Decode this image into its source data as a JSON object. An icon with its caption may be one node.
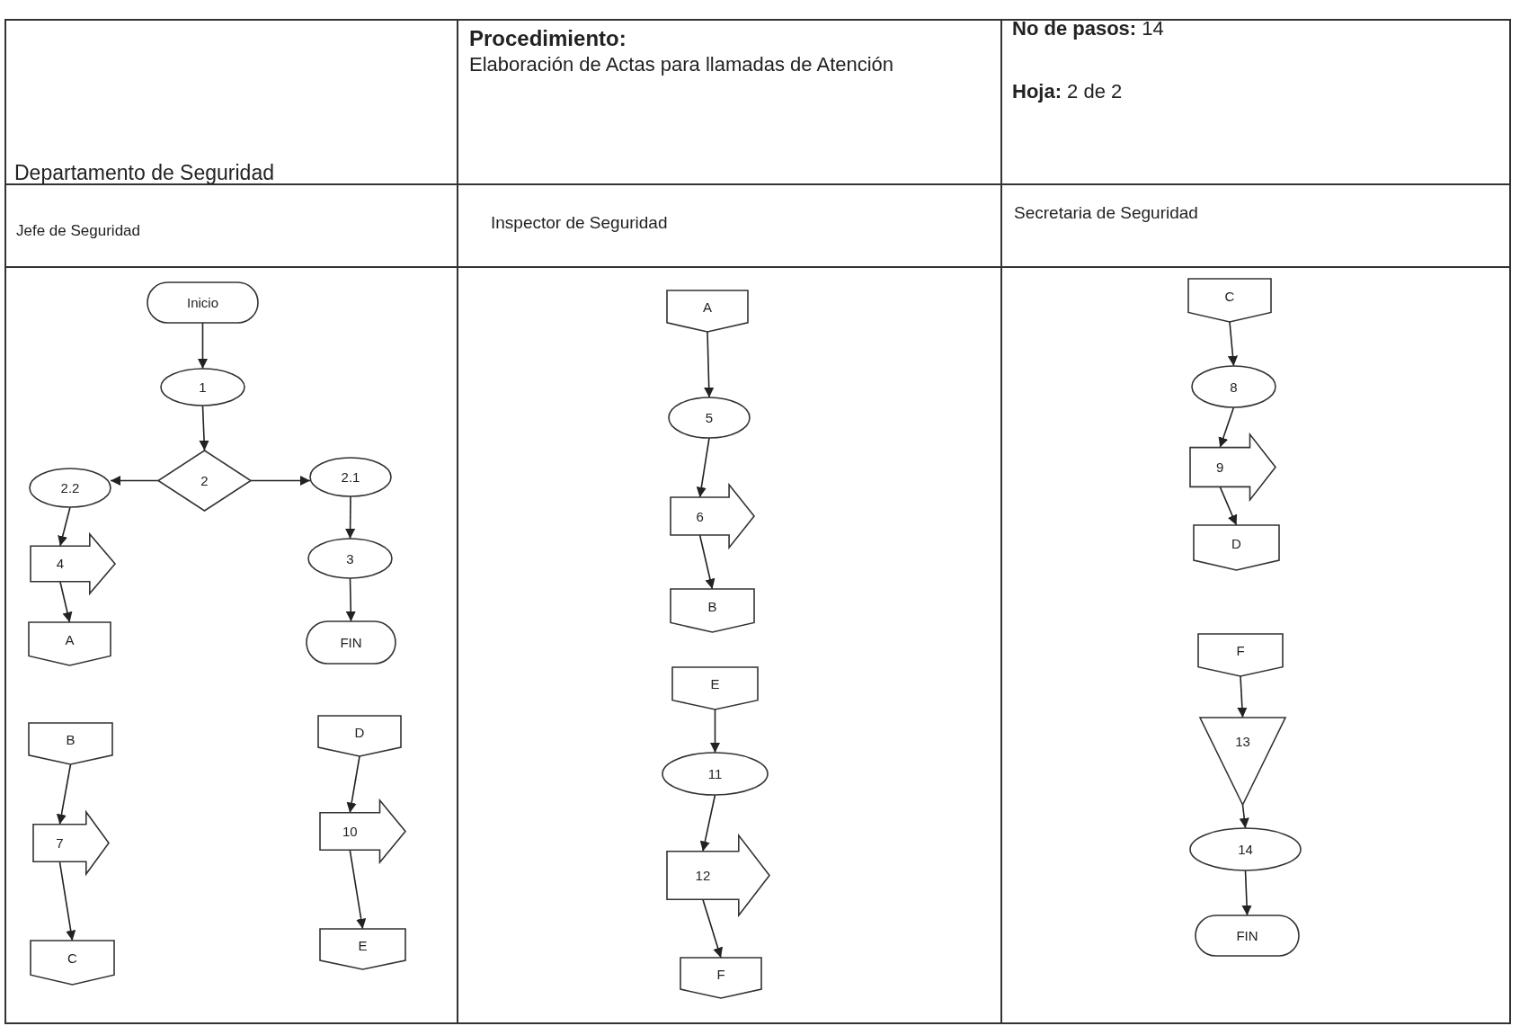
{
  "diagram": {
    "nodes": [
      {
        "text": [
          "Inicio"
        ]
      },
      {
        "text": [
          "1"
        ]
      },
      {
        "text": [
          "2"
        ]
      },
      {
        "text": [
          "2.2"
        ]
      },
      {
        "text": [
          "2.1"
        ]
      },
      {
        "text": [
          "4"
        ]
      },
      {
        "text": [
          "A"
        ]
      },
      {
        "text": [
          "3"
        ]
      },
      {
        "text": [
          "FIN"
        ]
      },
      {
        "text": [
          "B"
        ]
      },
      {
        "text": [
          "D"
        ]
      },
      {
        "text": [
          "7"
        ]
      },
      {
        "text": [
          "10"
        ]
      },
      {
        "text": [
          "C"
        ]
      },
      {
        "text": [
          "E"
        ]
      },
      {
        "text": [
          "A"
        ]
      },
      {
        "text": [
          "5"
        ]
      },
      {
        "text": [
          "6"
        ]
      },
      {
        "text": [
          "B"
        ]
      },
      {
        "text": [
          "E"
        ]
      },
      {
        "text": [
          "11"
        ]
      },
      {
        "text": [
          "12"
        ]
      },
      {
        "text": [
          "F"
        ]
      },
      {
        "text": [
          "C"
        ]
      },
      {
        "text": [
          "8"
        ]
      },
      {
        "text": [
          "9"
        ]
      },
      {
        "text": [
          "D"
        ]
      },
      {
        "text": [
          "F"
        ]
      },
      {
        "text": [
          "13"
        ]
      },
      {
        "text": [
          "14"
        ]
      },
      {
        "text": [
          "FIN"
        ]
      }
    ],
    "edges": [
      {
        "from": 0,
        "to": 1,
        "arrow": "to"
      },
      {
        "from": 1,
        "to": 2,
        "arrow": "to"
      },
      {
        "from": 2,
        "to": 3,
        "arrow": "to"
      },
      {
        "from": 2,
        "to": 4,
        "arrow": "to"
      },
      {
        "from": 3,
        "to": 5,
        "arrow": "to"
      },
      {
        "from": 5,
        "to": 6,
        "arrow": "to"
      },
      {
        "from": 4,
        "to": 7,
        "arrow": "to"
      },
      {
        "from": 7,
        "to": 8,
        "arrow": "to"
      },
      {
        "from": 9,
        "to": 11,
        "arrow": "to"
      },
      {
        "from": 11,
        "to": 13,
        "arrow": "to"
      },
      {
        "from": 10,
        "to": 12,
        "arrow": "to"
      },
      {
        "from": 12,
        "to": 14,
        "arrow": "to"
      },
      {
        "from": 15,
        "to": 16,
        "arrow": "to"
      },
      {
        "from": 16,
        "to": 17,
        "arrow": "to"
      },
      {
        "from": 17,
        "to": 18,
        "arrow": "to"
      },
      {
        "from": 19,
        "to": 20,
        "arrow": "to"
      },
      {
        "from": 20,
        "to": 21,
        "arrow": "to"
      },
      {
        "from": 21,
        "to": 22,
        "arrow": "to"
      },
      {
        "from": 23,
        "to": 24,
        "arrow": "to"
      },
      {
        "from": 24,
        "to": 25,
        "arrow": "to"
      },
      {
        "from": 25,
        "to": 26,
        "arrow": "to"
      },
      {
        "from": 27,
        "to": 28,
        "arrow": "to"
      },
      {
        "from": 28,
        "to": 29,
        "arrow": "to"
      },
      {
        "from": 29,
        "to": 30,
        "arrow": "to"
      }
    ],
    "labels": [
      "Procedimiento:",
      "Elaboración de Actas para llamadas de Atención",
      "**No de pasos:** 14",
      "**Hoja:** 2 de 2",
      "Departamento de Seguridad",
      "Jefe de Seguridad",
      "Inspector de Seguridad",
      "Secretaria de Seguridad"
    ]
  }
}
